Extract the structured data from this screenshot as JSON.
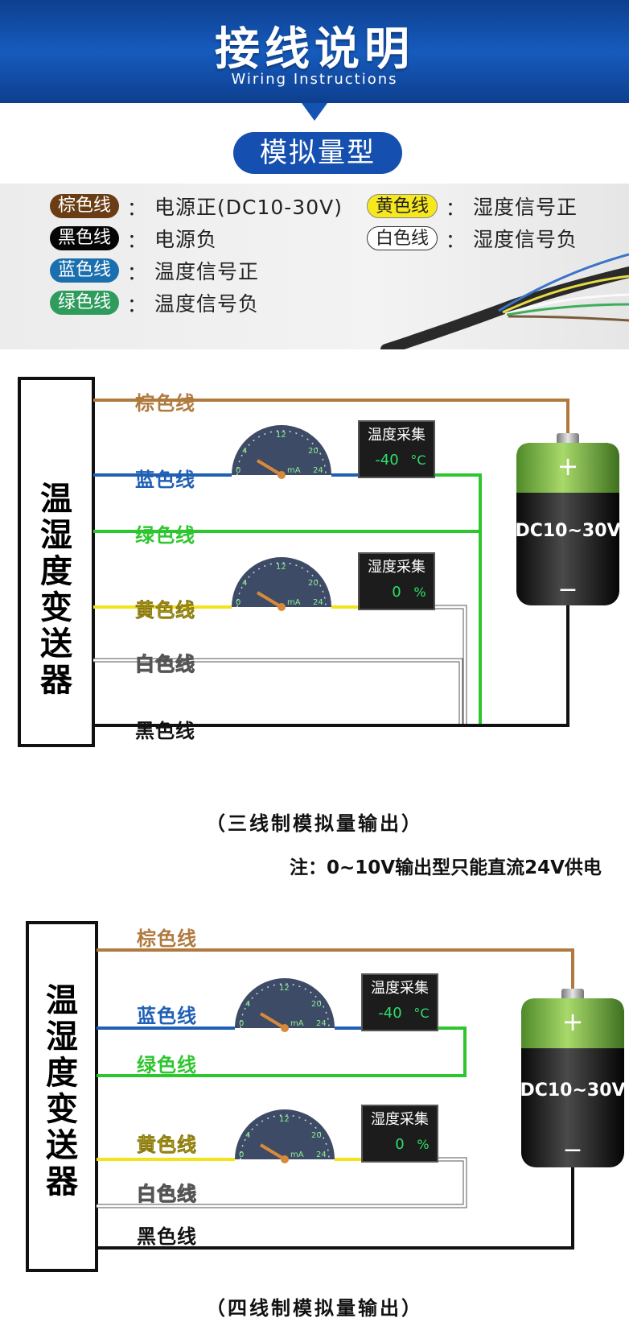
{
  "header": {
    "title": "接线说明",
    "subtitle": "Wiring Instructions"
  },
  "type_pill": "模拟量型",
  "legend": {
    "items": [
      {
        "badge": "棕色线",
        "colon": "：",
        "desc": "电源正(DC10-30V)"
      },
      {
        "badge": "黑色线",
        "colon": "：",
        "desc": "电源负"
      },
      {
        "badge": "蓝色线",
        "colon": "：",
        "desc": "温度信号正"
      },
      {
        "badge": "绿色线",
        "colon": "：",
        "desc": "温度信号负"
      },
      {
        "badge": "黄色线",
        "colon": "：",
        "desc": "湿度信号正"
      },
      {
        "badge": "白色线",
        "colon": "：",
        "desc": "湿度信号负"
      }
    ]
  },
  "wire_colors": {
    "brown": "#b07a3f",
    "blue": "#1f5fb5",
    "green": "#2ec62e",
    "yellow": "#f3e21c",
    "white": "#ffffff",
    "black": "#111111"
  },
  "diagram3": {
    "device": "温湿度变送器",
    "wires": {
      "brown": "棕色线",
      "blue": "蓝色线",
      "green": "绿色线",
      "yellow": "黄色线",
      "white": "白色线",
      "black": "黑色线"
    },
    "temp_display": {
      "title": "温度采集",
      "value": "-40",
      "unit": "°C"
    },
    "hum_display": {
      "title": "湿度采集",
      "value": "0",
      "unit": "%"
    },
    "gauge_ticks": [
      "0",
      "4",
      "12",
      "20",
      "24"
    ],
    "gauge_unit": "mA",
    "battery": {
      "plus": "+",
      "label": "DC10~30V",
      "minus": "−"
    },
    "caption": "（三线制模拟量输出）",
    "note": "注：0~10V输出型只能直流24V供电"
  },
  "diagram4": {
    "device": "温湿度变送器",
    "wires": {
      "brown": "棕色线",
      "blue": "蓝色线",
      "green": "绿色线",
      "yellow": "黄色线",
      "white": "白色线",
      "black": "黑色线"
    },
    "temp_display": {
      "title": "温度采集",
      "value": "-40",
      "unit": "°C"
    },
    "hum_display": {
      "title": "湿度采集",
      "value": "0",
      "unit": "%"
    },
    "gauge_ticks": [
      "0",
      "4",
      "12",
      "20",
      "24"
    ],
    "gauge_unit": "mA",
    "battery": {
      "plus": "+",
      "label": "DC10~30V",
      "minus": "−"
    },
    "caption": "（四线制模拟量输出）"
  }
}
